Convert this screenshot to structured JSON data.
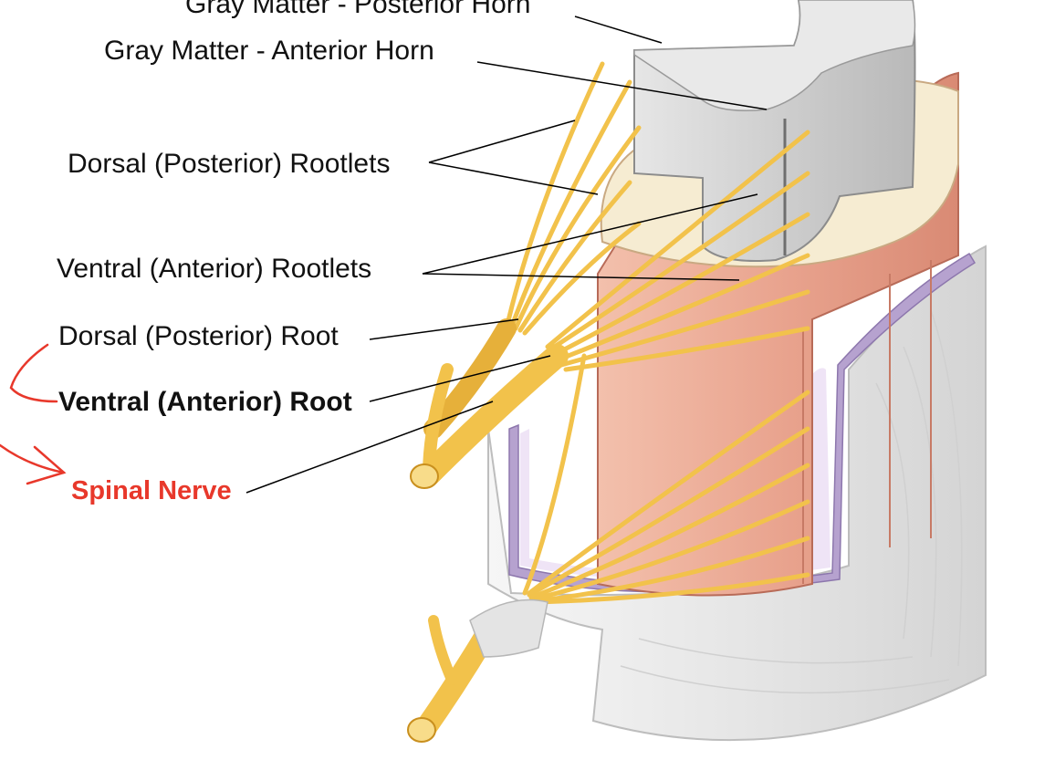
{
  "labels": {
    "posterior_horn": "Gray Matter - Posterior Horn",
    "anterior_horn": "Gray Matter - Anterior Horn",
    "dorsal_rootlets": "Dorsal (Posterior) Rootlets",
    "ventral_rootlets": "Ventral (Anterior) Rootlets",
    "dorsal_root": "Dorsal (Posterior) Root",
    "ventral_root": "Ventral (Anterior) Root",
    "spinal_nerve": "Spinal Nerve"
  },
  "colors": {
    "nerve": "#f2c24b",
    "nerve_dark": "#c98f1e",
    "gray_matter": "#cfcfcf",
    "white_matter": "#f6ecd2",
    "pia": "#e9a48f",
    "arachnoid": "#b6a2cf",
    "dura": "#ececec",
    "annotation": "#e8382b"
  }
}
